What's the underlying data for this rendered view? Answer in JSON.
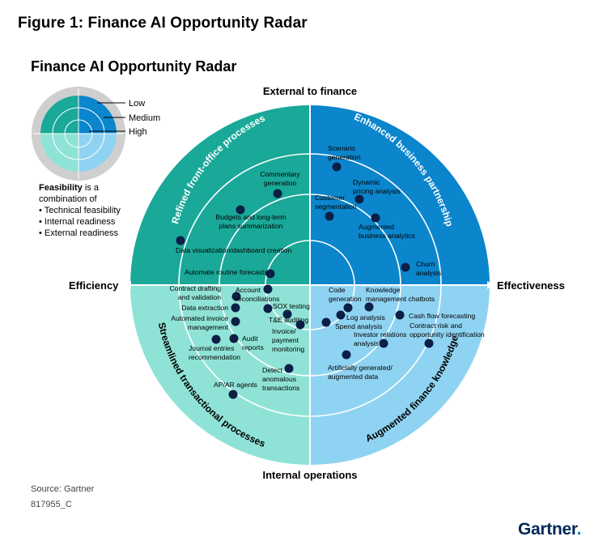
{
  "figure_title": "Figure 1: Finance AI Opportunity Radar",
  "radar_title": "Finance AI Opportunity Radar",
  "axes": {
    "top": "External to finance",
    "bottom": "Internal operations",
    "left": "Efficiency",
    "right": "Effectiveness"
  },
  "quadrants": {
    "top_left": "Refined front-office processes",
    "top_right": "Enhanced business partnership",
    "bottom_left": "Streamlined transactional processes",
    "bottom_right": "Augmented finance knowledge"
  },
  "legend": {
    "levels": [
      "Low",
      "Medium",
      "High"
    ],
    "feasibility_word": "Feasibility",
    "feasibility_rest": " is a combination of",
    "items": [
      "Technical feasibility",
      "Internal readiness",
      "External readiness"
    ]
  },
  "colors": {
    "top_left": "#1aa898",
    "top_right": "#0b85cc",
    "bottom_left": "#8fe3d6",
    "bottom_right": "#8fd3f2",
    "dot": "#0b1f47",
    "outer_ring": "#cfcfcf"
  },
  "items": [
    {
      "label": "Commentary generation"
    },
    {
      "label": "Budgets and long-term plans summarization"
    },
    {
      "label": "Data visualization/dashboard creation"
    },
    {
      "label": "Automate routine forecasts"
    },
    {
      "label": "Scenario generation"
    },
    {
      "label": "Dynamic pricing analysis"
    },
    {
      "label": "Customer segmentation"
    },
    {
      "label": "Augmented business analytics"
    },
    {
      "label": "Churn analysis"
    },
    {
      "label": "Contract drafting and validation"
    },
    {
      "label": "Account reconciliations"
    },
    {
      "label": "Data extraction"
    },
    {
      "label": "SOX testing"
    },
    {
      "label": "Automated invoice management"
    },
    {
      "label": "T&E auditing"
    },
    {
      "label": "Invoice/ payment monitoring"
    },
    {
      "label": "Journal entries recommendation"
    },
    {
      "label": "Audit reports"
    },
    {
      "label": "Detect anomalous transactions"
    },
    {
      "label": "AP/AR agents"
    },
    {
      "label": "Code generation"
    },
    {
      "label": "Knowledge management chatbots"
    },
    {
      "label": "Log analysis"
    },
    {
      "label": "Spend analysis"
    },
    {
      "label": "Cash flow forecasting"
    },
    {
      "label": "Investor relations analysis"
    },
    {
      "label": "Contract risk and opportunity identification"
    },
    {
      "label": "Artificially generated/ augmented data"
    }
  ],
  "source": "Source: Gartner",
  "doc_code": "817955_C",
  "logo_text": "Gartner",
  "logo_dot": "."
}
